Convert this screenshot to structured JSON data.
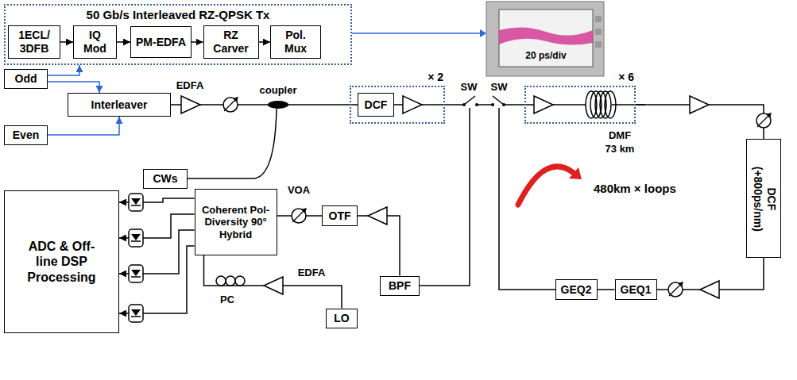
{
  "diagram": {
    "nodes": [
      {
        "text": [
          "50 Gb/s Interleaved RZ-QPSK Tx"
        ]
      },
      {
        "text": [
          "1ECL/ 3DFB"
        ],
        "in": 0
      },
      {
        "text": [
          "IQ Mod"
        ],
        "in": 0
      },
      {
        "text": [
          "PM-EDFA"
        ],
        "in": 0
      },
      {
        "text": [
          "RZ Carver"
        ],
        "in": 0
      },
      {
        "text": [
          "Pol. Mux"
        ],
        "in": 0
      },
      {
        "text": [
          "Odd"
        ]
      },
      {
        "text": [
          "Interleaver"
        ]
      },
      {
        "text": [
          "Even"
        ]
      },
      {
        "text": [
          "CWs"
        ]
      },
      {
        "text": [
          "× 2"
        ]
      },
      {
        "text": [
          "DCF"
        ],
        "in": 10
      },
      {
        "text": [
          "× 6"
        ]
      },
      {
        "text": [
          "DCF (+800ps/nm)"
        ]
      },
      {
        "text": [
          "GEQ1"
        ]
      },
      {
        "text": [
          "GEQ2"
        ]
      },
      {
        "text": [
          "BPF"
        ]
      },
      {
        "text": [
          "OTF"
        ]
      },
      {
        "text": [
          "Coherent Pol-Diversity 90° Hybrid"
        ]
      },
      {
        "text": [
          "LO"
        ]
      },
      {
        "text": [
          "ADC & Off-line DSP Processing"
        ]
      }
    ],
    "edges": [
      {
        "from": 1,
        "to": 2,
        "arrow": "to"
      },
      {
        "from": 2,
        "to": 3,
        "arrow": "to"
      },
      {
        "from": 3,
        "to": 4,
        "arrow": "to"
      },
      {
        "from": 4,
        "to": 5,
        "arrow": "to"
      },
      {
        "from": 6,
        "to": 0,
        "arrow": "to"
      },
      {
        "from": 6,
        "to": 7,
        "arrow": "to"
      },
      {
        "from": 8,
        "to": 7,
        "arrow": "to"
      },
      {
        "from": 7,
        "to": 11,
        "arrow": "none"
      },
      {
        "from": 12,
        "to": 13,
        "arrow": "none"
      },
      {
        "from": 13,
        "to": 14,
        "arrow": "none"
      },
      {
        "from": 14,
        "to": 15,
        "arrow": "none"
      },
      {
        "from": 16,
        "to": 17,
        "arrow": "none"
      },
      {
        "from": 17,
        "to": 18,
        "arrow": "none"
      },
      {
        "from": 19,
        "to": 18,
        "arrow": "none"
      },
      {
        "from": 18,
        "to": 20,
        "arrow": "to"
      },
      {
        "from": 18,
        "to": 20,
        "arrow": "to"
      },
      {
        "from": 18,
        "to": 20,
        "arrow": "to"
      },
      {
        "from": 18,
        "to": 20,
        "arrow": "to"
      }
    ],
    "labels": [
      "20 ps/div",
      "EDFA",
      "coupler",
      "VOA",
      "SW",
      "SW",
      "DMF",
      "73 km",
      "480km × loops",
      "EDFA",
      "PC"
    ]
  }
}
